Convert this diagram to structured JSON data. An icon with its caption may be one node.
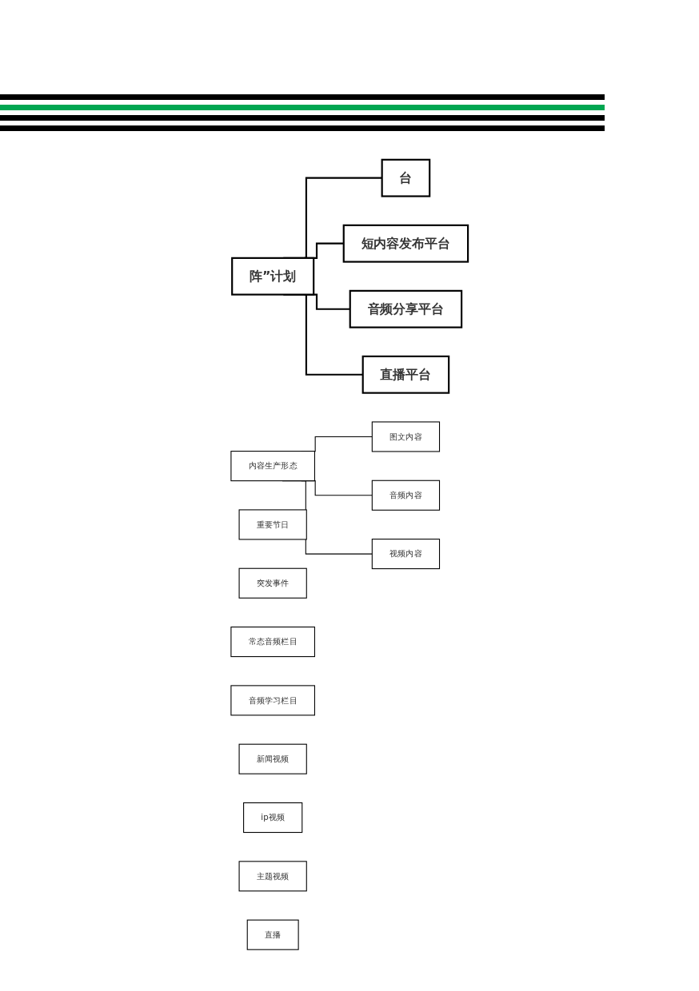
{
  "diagram": {
    "nodes": [
      {
        "text": [
          "阵”计划"
        ]
      },
      {
        "text": [
          "台"
        ]
      },
      {
        "text": [
          "短内容发布平台"
        ]
      },
      {
        "text": [
          "音频分享平台"
        ]
      },
      {
        "text": [
          "直播平台"
        ]
      },
      {
        "text": [
          "内容生产形态"
        ]
      },
      {
        "text": [
          "图文内容"
        ]
      },
      {
        "text": [
          "音频内容"
        ]
      },
      {
        "text": [
          "视频内容"
        ]
      },
      {
        "text": [
          "重要节日"
        ]
      },
      {
        "text": [
          "突发事件"
        ]
      },
      {
        "text": [
          "常态音频栏目"
        ]
      },
      {
        "text": [
          "音频学习栏目"
        ]
      },
      {
        "text": [
          "新闻视频"
        ]
      },
      {
        "text": [
          "ip视频"
        ]
      },
      {
        "text": [
          "主题视频"
        ]
      },
      {
        "text": [
          "直播"
        ]
      }
    ],
    "edges": [
      {
        "from": 0,
        "to": 1,
        "arrow": "none"
      },
      {
        "from": 0,
        "to": 2,
        "arrow": "none"
      },
      {
        "from": 0,
        "to": 3,
        "arrow": "none"
      },
      {
        "from": 0,
        "to": 4,
        "arrow": "none"
      },
      {
        "from": 5,
        "to": 6,
        "arrow": "none"
      },
      {
        "from": 5,
        "to": 7,
        "arrow": "none"
      },
      {
        "from": 5,
        "to": 8,
        "arrow": "none"
      }
    ]
  }
}
